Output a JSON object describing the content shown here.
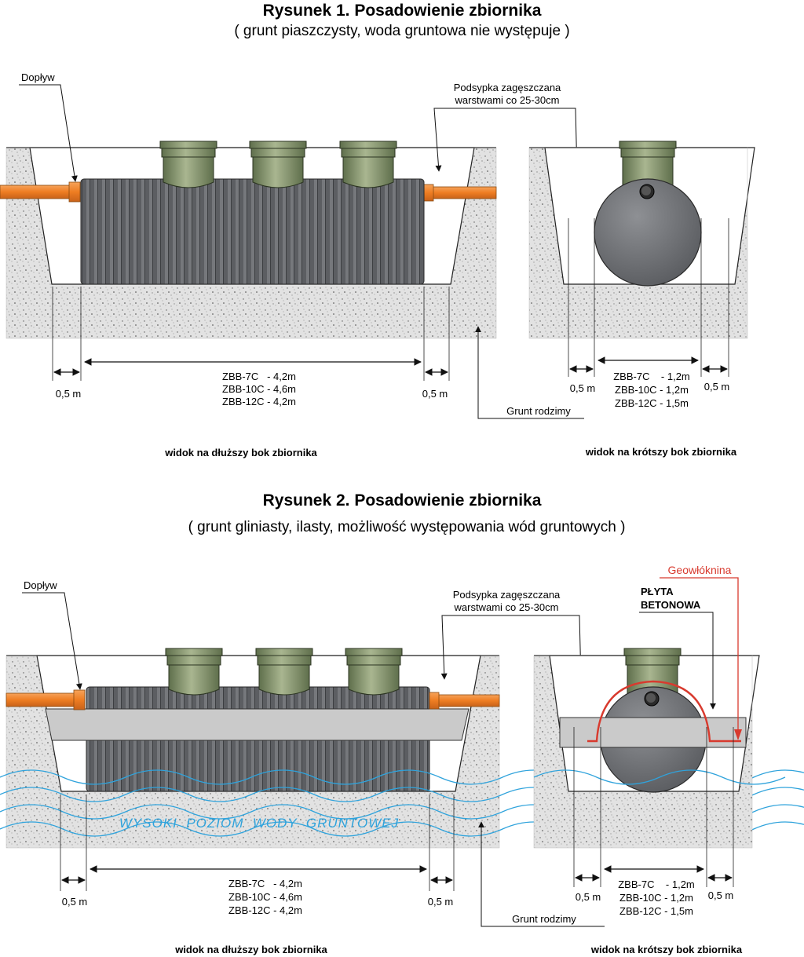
{
  "figure1": {
    "title": "Rysunek 1. Posadowienie zbiornika",
    "subtitle": "( grunt piaszczysty, woda gruntowa nie występuje )",
    "inflow": "Dopływ",
    "fill_line1": "Podsypka zagęszczana",
    "fill_line2": "warstwami co 25-30cm",
    "native_soil": "Grunt rodzimy",
    "long": {
      "margin_left": "0,5 m",
      "margin_right": "0,5 m",
      "dims": [
        "ZBB-7C   - 4,2m",
        "ZBB-10C - 4,6m",
        "ZBB-12C - 4,2m"
      ],
      "caption": "widok na dłuższy bok zbiornika"
    },
    "short": {
      "margin_left": "0,5 m",
      "margin_right": "0,5 m",
      "dims": [
        "ZBB-7C    - 1,2m",
        "ZBB-10C - 1,2m",
        "ZBB-12C - 1,5m"
      ],
      "caption": "widok na krótszy bok zbiornika"
    }
  },
  "figure2": {
    "title": "Rysunek 2. Posadowienie zbiornika",
    "subtitle": "( grunt gliniasty, ilasty, możliwość występowania wód gruntowych )",
    "inflow": "Dopływ",
    "fill_line1": "Podsypka zagęszczana",
    "fill_line2": "warstwami co 25-30cm",
    "geotextile": "Geowłóknina",
    "plate_line1": "PŁYTA",
    "plate_line2": "BETONOWA",
    "water_level": "WYSOKI  POZIOM  WODY  GRUNTOWEJ",
    "native_soil": "Grunt rodzimy",
    "long": {
      "margin_left": "0,5 m",
      "margin_right": "0,5 m",
      "dims": [
        "ZBB-7C   - 4,2m",
        "ZBB-10C - 4,6m",
        "ZBB-12C - 4,2m"
      ],
      "caption": "widok na dłuższy bok zbiornika"
    },
    "short": {
      "margin_left": "0,5 m",
      "margin_right": "0,5 m",
      "dims": [
        "ZBB-7C    - 1,2m",
        "ZBB-10C - 1,2m",
        "ZBB-12C - 1,5m"
      ],
      "caption": "widok na krótszy bok zbiornika"
    }
  },
  "colors": {
    "soil": "#e3e3e3",
    "tank_body": "#5f6165",
    "tank_shade": "#8a8c90",
    "riser": "#7f8e6a",
    "riser_light": "#a7b38f",
    "pipe": "#f0842a",
    "plate": "#c9c9c9",
    "geotextile": "#d83a2e",
    "water": "#2fa3dc"
  }
}
